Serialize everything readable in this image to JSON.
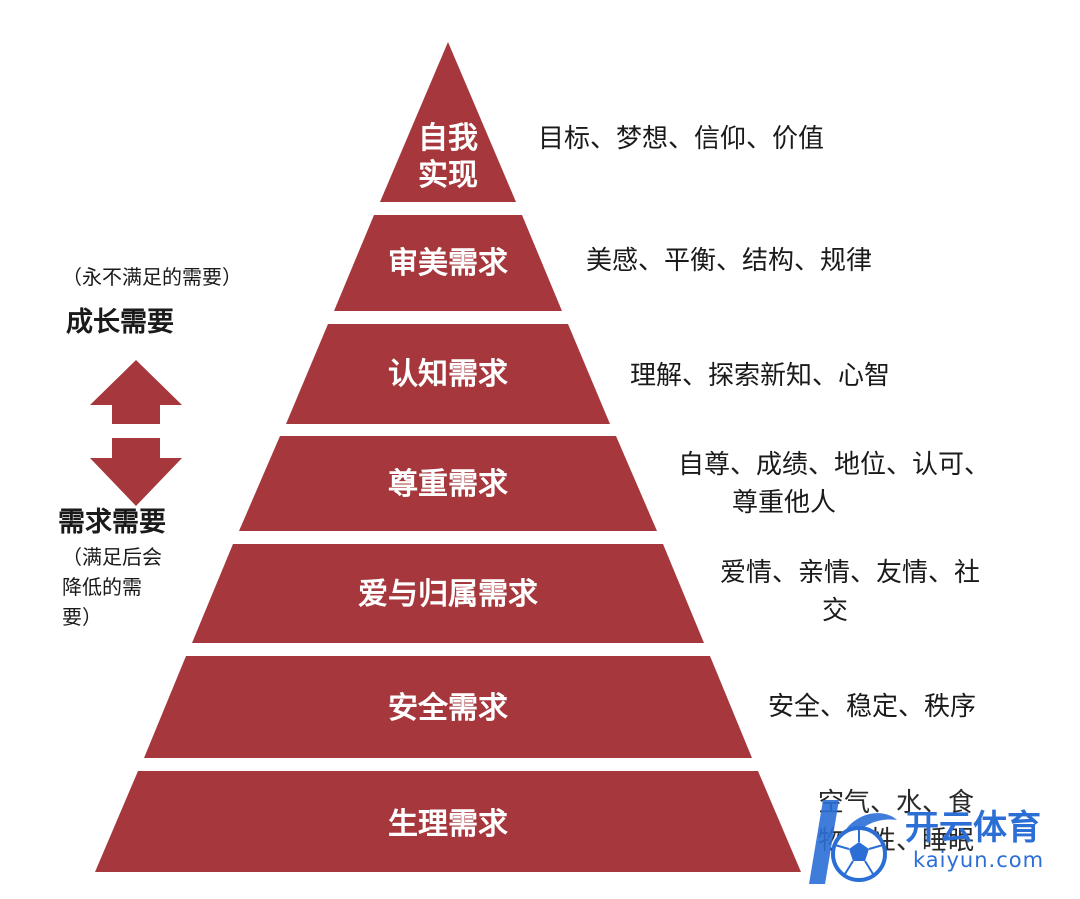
{
  "colors": {
    "tier_fill": "#a6373c",
    "tier_text": "#ffffff",
    "watermark": "#2b6fd6"
  },
  "tiers": [
    {
      "name_line1": "自我",
      "name_line2": "实现",
      "description_lines": [
        "目标、梦想、信仰、价值"
      ]
    },
    {
      "name": "审美需求",
      "description_lines": [
        "美感、平衡、结构、规律"
      ]
    },
    {
      "name": "认知需求",
      "description_lines": [
        "理解、探索新知、心智"
      ]
    },
    {
      "name": "尊重需求",
      "description_lines": [
        "自尊、成绩、地位、认可、",
        "尊重他人"
      ]
    },
    {
      "name": "爱与归属需求",
      "description_lines": [
        "爱情、亲情、友情、社",
        "交"
      ]
    },
    {
      "name": "安全需求",
      "description_lines": [
        "安全、稳定、秩序"
      ]
    },
    {
      "name": "生理需求",
      "description_lines": [
        "空气、水、食",
        "物、性、睡眠"
      ]
    }
  ],
  "left_panel": {
    "growth_note": "（永不满足的需要）",
    "growth_title": "成长需要",
    "arrow_icon": "double-vertical-arrow-icon",
    "deficit_title": "需求需要",
    "deficit_note_lines": [
      "（满足后会",
      "降低的需",
      "要）"
    ]
  },
  "watermark": {
    "logo_icon": "soccer-ball-k-logo-icon",
    "brand_cn": "开云体育",
    "brand_en": "kaiyun.com"
  }
}
